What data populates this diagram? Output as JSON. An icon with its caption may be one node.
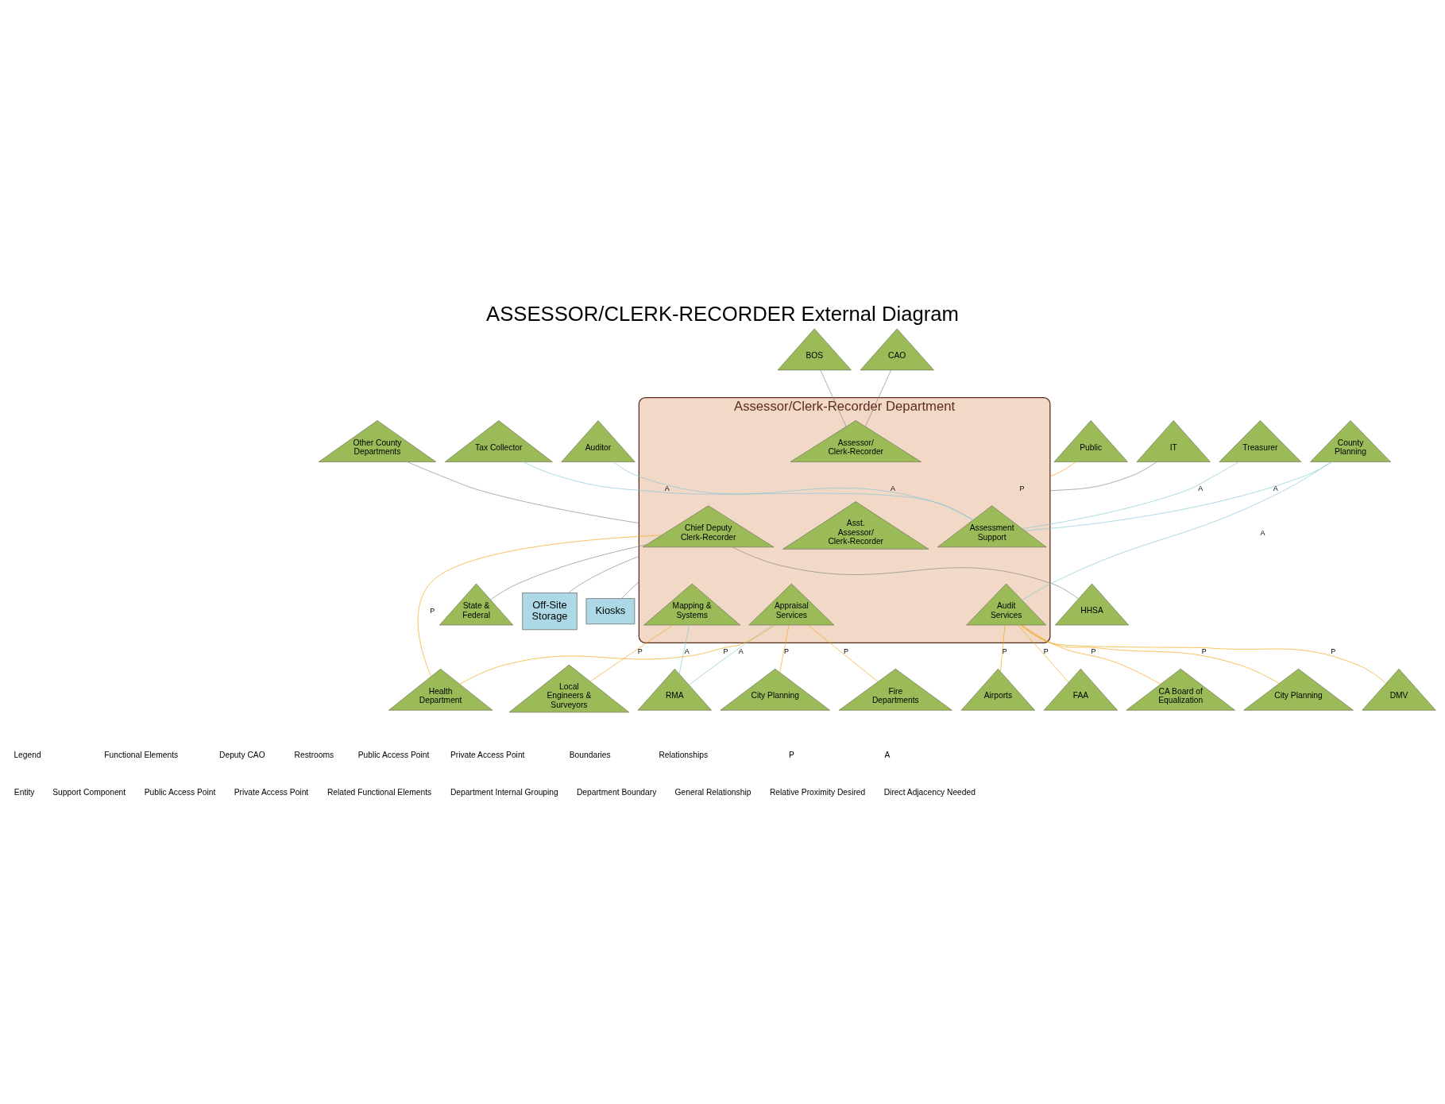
{
  "diagram": {
    "title": "ASSESSOR/CLERK-RECORDER External Diagram",
    "nodes": [
      {
        "text": [
          "Auditor"
        ]
      },
      {
        "text": [
          "Tax Collector"
        ]
      },
      {
        "text": [
          "BOS"
        ]
      },
      {
        "text": [
          "Other County Departments"
        ]
      },
      {
        "text": [
          "Assessor/Clerk-Recorder Department"
        ]
      },
      {
        "text": [
          "Assessor/ Clerk-Recorder"
        ],
        "in": 4
      },
      {
        "text": [
          "Public"
        ]
      },
      {
        "text": [
          "Treasurer"
        ]
      },
      {
        "text": [
          "CAO"
        ]
      },
      {
        "text": [
          "IT"
        ]
      },
      {
        "text": [
          "County Planning"
        ]
      },
      {
        "text": [
          "Assessment Support"
        ],
        "in": 4
      },
      {
        "text": [
          "Asst. Assessor/ Clerk-Recorder"
        ],
        "in": 4
      },
      {
        "text": [
          "Chief Deputy Clerk-Recorder"
        ],
        "in": 4
      },
      {
        "text": [
          "HHSA"
        ]
      },
      {
        "text": [
          "State & Federal"
        ]
      },
      {
        "text": [
          "Audit Services"
        ],
        "in": 4
      },
      {
        "text": [
          "Mapping & Systems"
        ],
        "in": 4
      },
      {
        "text": [
          "Appraisal Services"
        ],
        "in": 4
      },
      {
        "text": [
          "Off-Site Storage"
        ]
      },
      {
        "text": [
          "CA Board of Equalization"
        ]
      },
      {
        "text": [
          "City Planning"
        ]
      },
      {
        "text": [
          "DMV"
        ]
      },
      {
        "text": [
          "Kiosks"
        ]
      },
      {
        "text": [
          "Airports"
        ]
      },
      {
        "text": [
          "FAA"
        ]
      },
      {
        "text": [
          "Local Engineers & Surveyors"
        ]
      },
      {
        "text": [
          "RMA"
        ]
      },
      {
        "text": [
          "City Planning"
        ]
      },
      {
        "text": [
          "Fire Departments"
        ]
      },
      {
        "text": [
          "Health Department"
        ]
      }
    ],
    "edges": [
      {
        "from": 0,
        "to": 11,
        "arrow": "none",
        "label": "A",
        "color": "#7ec3d6"
      },
      {
        "from": 1,
        "to": 11,
        "arrow": "none",
        "label": "A",
        "color": "#7ec3d6"
      },
      {
        "from": 7,
        "to": 11,
        "arrow": "none",
        "label": "A",
        "color": "#7ec3d6"
      },
      {
        "from": 10,
        "to": 11,
        "arrow": "none",
        "label": "A",
        "color": "#7ec3d6"
      },
      {
        "from": 10,
        "to": 16,
        "arrow": "none",
        "label": "A",
        "color": "#7ec3d6"
      },
      {
        "from": 20,
        "to": 16,
        "arrow": "none",
        "label": "P",
        "color": "#f0a30a"
      },
      {
        "from": 24,
        "to": 16,
        "arrow": "none",
        "label": "P",
        "color": "#f0a30a"
      },
      {
        "from": 21,
        "to": 16,
        "arrow": "none",
        "label": "P",
        "color": "#f0a30a"
      },
      {
        "from": 25,
        "to": 16,
        "arrow": "none",
        "label": "P",
        "color": "#f0a30a"
      },
      {
        "from": 22,
        "to": 16,
        "arrow": "none",
        "label": "P",
        "color": "#f0a30a"
      },
      {
        "from": 2,
        "to": 5,
        "arrow": "none",
        "color": "#808080"
      },
      {
        "from": 8,
        "to": 5,
        "arrow": "none",
        "color": "#808080"
      },
      {
        "from": 3,
        "to": 4,
        "arrow": "none",
        "color": "#808080"
      },
      {
        "from": 6,
        "to": 4,
        "arrow": "none",
        "label": "P",
        "color": "#f0a30a"
      },
      {
        "from": 9,
        "to": 4,
        "arrow": "none",
        "color": "#808080"
      },
      {
        "from": 14,
        "to": 13,
        "arrow": "none",
        "color": "#808080"
      },
      {
        "from": 15,
        "to": 13,
        "arrow": "none",
        "color": "#808080"
      },
      {
        "from": 19,
        "to": 4,
        "arrow": "none",
        "color": "#808080"
      },
      {
        "from": 23,
        "to": 4,
        "arrow": "none",
        "color": "#808080"
      },
      {
        "from": 17,
        "to": 26,
        "arrow": "none",
        "label": "P",
        "color": "#f0a30a"
      },
      {
        "from": 17,
        "to": 27,
        "arrow": "none",
        "label": "A",
        "color": "#7ec3d6"
      },
      {
        "from": 18,
        "to": 27,
        "arrow": "none",
        "label": "A",
        "color": "#7ec3d6"
      },
      {
        "from": 18,
        "to": 28,
        "arrow": "none",
        "label": "P",
        "color": "#f0a30a"
      },
      {
        "from": 18,
        "to": 29,
        "arrow": "none",
        "label": "P",
        "color": "#f0a30a"
      },
      {
        "from": 18,
        "to": 30,
        "arrow": "none",
        "label": "P",
        "color": "#f0a30a"
      },
      {
        "from": 13,
        "to": 30,
        "arrow": "none",
        "label": "P",
        "color": "#f0a30a"
      }
    ],
    "labels": [
      "Legend",
      "Functional Elements",
      "Deputy CAO",
      "Restrooms",
      "Public Access Point",
      "Private Access Point",
      "Boundaries",
      "Relationships",
      "P",
      "A"
    ],
    "legend": [
      {
        "text": "Entity"
      },
      {
        "text": "Support Component"
      },
      {
        "text": "Public Access Point"
      },
      {
        "text": "Private Access Point"
      },
      {
        "text": "Related Functional Elements"
      },
      {
        "text": "Department Internal Grouping"
      },
      {
        "text": "Department Boundary"
      },
      {
        "text": "General Relationship"
      },
      {
        "text": "Relative Proximity Desired"
      },
      {
        "text": "Direct Adjacency Needed"
      }
    ]
  }
}
